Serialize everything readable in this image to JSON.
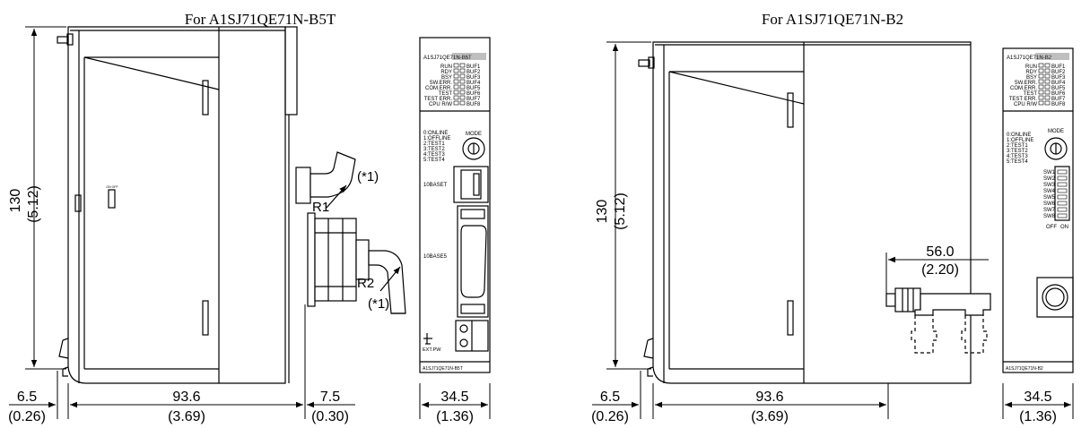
{
  "left": {
    "heading": "For A1SJ71QE71N-B5T",
    "dims": {
      "height": "130",
      "height_in": "(5.12)",
      "offset": "6.5",
      "offset_in": "(0.26)",
      "width": "93.6",
      "width_in": "(3.69)",
      "extra": "7.5",
      "extra_in": "(0.30)",
      "front_width": "34.5",
      "front_width_in": "(1.36)"
    },
    "callouts": {
      "note_top": "(*1)",
      "r1": "R1",
      "r2": "R2",
      "note_bottom": "(*1)"
    },
    "side_switch_label": "ON OFF",
    "panel": {
      "model": "A1SJ71QE71N-B5T",
      "leds_left": [
        "RUN",
        "RDY",
        "BSY",
        "SW.ERR.",
        "COM.ERR.",
        "TEST",
        "TEST ERR.",
        "CPU R/W"
      ],
      "leds_right": [
        "BUF1",
        "BUF2",
        "BUF3",
        "BUF4",
        "BUF5",
        "BUF6",
        "BUF7",
        "BUF8"
      ],
      "modes": [
        "0:ONLINE",
        "1:OFFLINE",
        "2:TEST1",
        "3:TEST2",
        "4:TEST3",
        "5:TEST4"
      ],
      "mode_label": "MODE",
      "port1": "10BASET",
      "port2": "10BASE5",
      "power": "EXT.PW",
      "bottom_model": "A1SJ71QE71N-B5T"
    }
  },
  "right": {
    "heading": "For A1SJ71QE71N-B2",
    "dims": {
      "height": "130",
      "height_in": "(5.12)",
      "connector": "56.0",
      "connector_in": "(2.20)",
      "offset": "6.5",
      "offset_in": "(0.26)",
      "width": "93.6",
      "width_in": "(3.69)",
      "front_width": "34.5",
      "front_width_in": "(1.36)"
    },
    "panel": {
      "model": "A1SJ71QE71N-B2",
      "leds_left": [
        "RUN",
        "RDY",
        "BSY",
        "SW.ERR.",
        "COM.ERR.",
        "TEST",
        "TEST ERR.",
        "CPU R/W"
      ],
      "leds_right": [
        "BUF1",
        "BUF2",
        "BUF3",
        "BUF4",
        "BUF5",
        "BUF6",
        "BUF7",
        "BUF8"
      ],
      "modes": [
        "0:ONLINE",
        "1:OFFLINE",
        "2:TEST1",
        "3:TEST2",
        "4:TEST3",
        "5:TEST4"
      ],
      "mode_label": "MODE",
      "switches": [
        "SW1",
        "SW2",
        "SW3",
        "SW4",
        "SW5",
        "SW6",
        "SW7",
        "SW8"
      ],
      "off_label": "OFF",
      "on_label": "ON",
      "bottom_model": "A1SJ71QE71N-B2"
    }
  }
}
